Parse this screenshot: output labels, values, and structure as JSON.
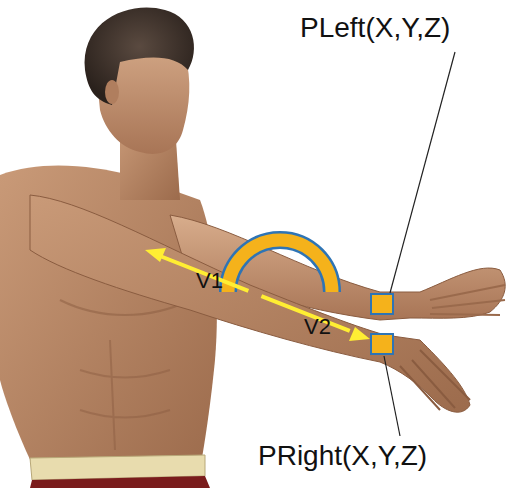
{
  "diagram": {
    "labels": [
      "PLeft(X,Y,Z)",
      "V1",
      "V2",
      "PRight(X,Y,Z)"
    ]
  }
}
